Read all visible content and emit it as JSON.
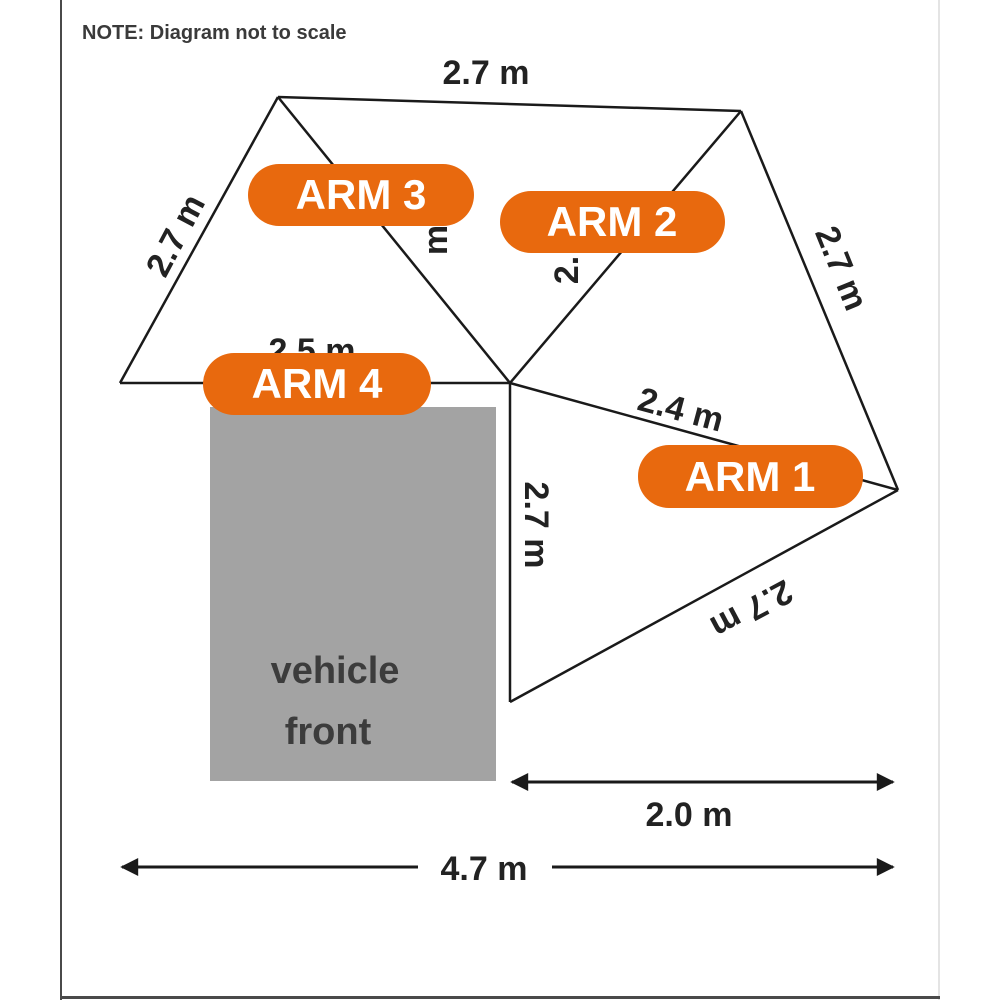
{
  "note": "NOTE: Diagram not to scale",
  "dimensions": {
    "top_edge": "2.7 m",
    "left_edge": "2.7 m",
    "arm3_edge": "m",
    "arm2_edge": "2.",
    "right_edge": "2.7 m",
    "arm4_edge": "2.5 m",
    "arm1_edge": "2.4 m",
    "vertical_edge": "2.7 m",
    "bottom_edge": "2.7 m",
    "width_2": "2.0 m",
    "width_total": "4.7 m"
  },
  "arms": {
    "arm1": "ARM 1",
    "arm2": "ARM 2",
    "arm3": "ARM 3",
    "arm4": "ARM 4"
  },
  "vehicle": {
    "line1": "vehicle",
    "line2": "front"
  },
  "colors": {
    "line": "#1a1a1a",
    "arm_fill": "#e8690e",
    "arm_text": "#ffffff",
    "vehicle_fill": "#a3a3a3",
    "vehicle_text": "#3c3c3c",
    "dim_text": "#222222",
    "note_text": "#3a3a3a",
    "frame": "#4a4a4a"
  }
}
